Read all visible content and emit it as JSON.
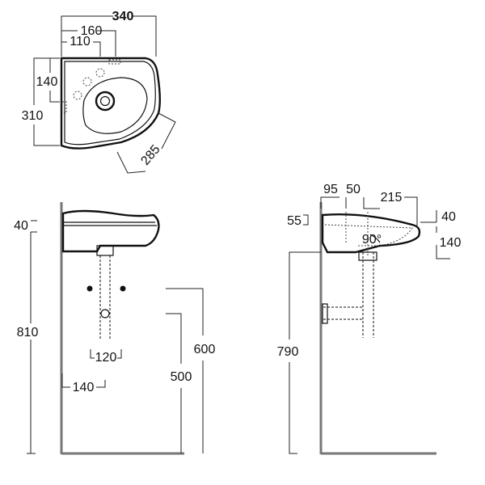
{
  "top_view": {
    "width": "340",
    "holes_span": "160",
    "holes_offset": "110",
    "holes_depth": "140",
    "depth": "310",
    "diagonal": "285"
  },
  "front_view": {
    "top_height": "40",
    "rim_height": "810",
    "bottom_offset": "120",
    "wall_offset": "140",
    "supply_height": "600",
    "waste_height": "500"
  },
  "side_view": {
    "dim_95": "95",
    "dim_50": "50",
    "dim_215": "215",
    "dim_55": "55",
    "dim_40": "40",
    "dim_140": "140",
    "angle": "90°",
    "height": "790"
  }
}
